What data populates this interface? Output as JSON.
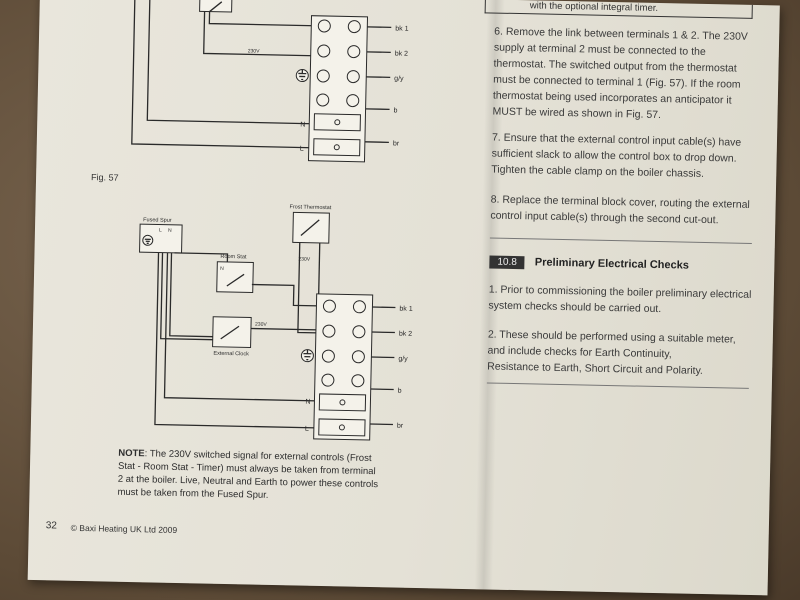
{
  "page": {
    "top_partial_text": "with the optional integral timer.",
    "fig_label": "Fig. 57",
    "page_number": "32",
    "copyright": "© Baxi Heating UK Ltd 2009"
  },
  "steps": [
    {
      "id": "6",
      "text": "6. Remove the link between terminals 1 & 2. The 230V supply at terminal 2 must be connected to the thermostat. The switched output from the thermostat must be connected to terminal 1 (Fig. 57). If the room thermostat being used incorporates an anticipator it MUST be wired as shown in Fig. 57."
    },
    {
      "id": "7",
      "text": "7. Ensure that the external control input cable(s) have sufficient slack to allow the control box to drop down. Tighten the cable clamp on the boiler chassis."
    },
    {
      "id": "8",
      "text": "8. Replace the terminal block cover, routing the external control input cable(s) through the second cut-out."
    }
  ],
  "section": {
    "number": "10.8",
    "title": "Preliminary Electrical Checks"
  },
  "checks": [
    {
      "id": "1",
      "text": "1. Prior to commissioning the boiler preliminary electrical system checks should be carried out."
    },
    {
      "id": "2a",
      "text": "2. These should be performed using a suitable meter, and include checks for Earth Continuity,"
    },
    {
      "id": "2b",
      "text": "Resistance to Earth, Short Circuit and Polarity."
    }
  ],
  "note": {
    "label": "NOTE",
    "text": ": The 230V switched signal for external controls (Frost Stat - Room Stat - Timer) must always be taken from terminal 2 at the boiler. Live, Neutral and Earth to power these controls must be taken from the Fused Spur."
  },
  "diagram_top": {
    "v230": "230V",
    "terminals": [
      "bk 1",
      "bk 2",
      "g/y",
      "b",
      "br"
    ],
    "n_label": "N",
    "l_label": "L"
  },
  "diagram_bottom": {
    "fused_spur": "Fused Spur",
    "spur_l": "L",
    "spur_n": "N",
    "frost_thermostat": "Frost Thermostat",
    "room_stat": "Room Stat",
    "room_stat_n": "N",
    "external_clock": "External Clock",
    "v230_a": "230V",
    "v230_b": "230V",
    "terminals": [
      "bk 1",
      "bk 2",
      "g/y",
      "b",
      "br"
    ],
    "n_label": "N",
    "l_label": "L"
  }
}
